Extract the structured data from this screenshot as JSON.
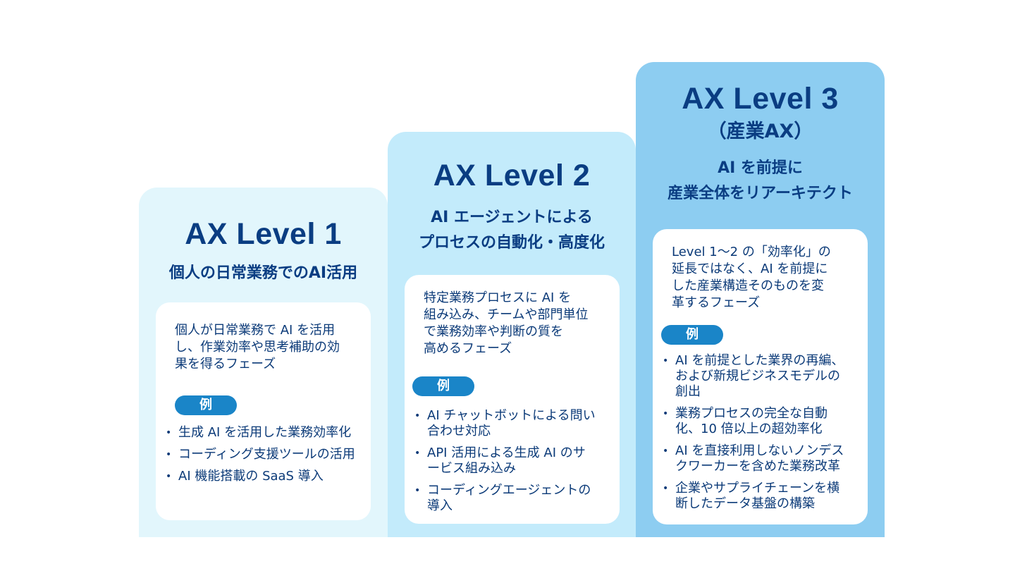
{
  "levels": [
    {
      "title": "AX Level 1",
      "subtitle_lines": [
        "個人の日常業務でのAI活用"
      ],
      "description": [
        "個人が日常業務で AI を活用",
        "し、作業効率や思考補助の効",
        "果を得るフェーズ"
      ],
      "badge": "例",
      "examples": [
        [
          "生成 AI を活用した業務効率化"
        ],
        [
          "コーディング支援ツールの活用"
        ],
        [
          "AI 機能搭載の SaaS 導入"
        ]
      ]
    },
    {
      "title": "AX Level 2",
      "subtitle_lines": [
        "AI エージェントによる",
        "プロセスの自動化・高度化"
      ],
      "description": [
        "特定業務プロセスに AI を",
        "組み込み、チームや部門単位",
        "で業務効率や判断の質を",
        "高めるフェーズ"
      ],
      "badge": "例",
      "examples": [
        [
          "AI チャットボットによる問い",
          "合わせ対応"
        ],
        [
          "API 活用による生成 AI のサ",
          "ービス組み込み"
        ],
        [
          "コーディングエージェントの",
          "導入"
        ]
      ]
    },
    {
      "title": "AX Level 3",
      "industry_label": "（産業AX）",
      "subtitle_lines": [
        "AI を前提に",
        "産業全体をリアーキテクト"
      ],
      "description": [
        "Level 1〜2 の「効率化」の",
        "延長ではなく、AI を前提に",
        "した産業構造そのものを変",
        "革するフェーズ"
      ],
      "badge": "例",
      "examples": [
        [
          "AI を前提とした業界の再編、",
          "および新規ビジネスモデルの",
          "創出"
        ],
        [
          "業務プロセスの完全な自動",
          "化、10 倍以上の超効率化"
        ],
        [
          "AI を直接利用しないノンデス",
          "クワーカーを含めた業務改革"
        ],
        [
          "企業やサプライチェーンを横",
          "断したデータ基盤の構築"
        ]
      ]
    }
  ]
}
